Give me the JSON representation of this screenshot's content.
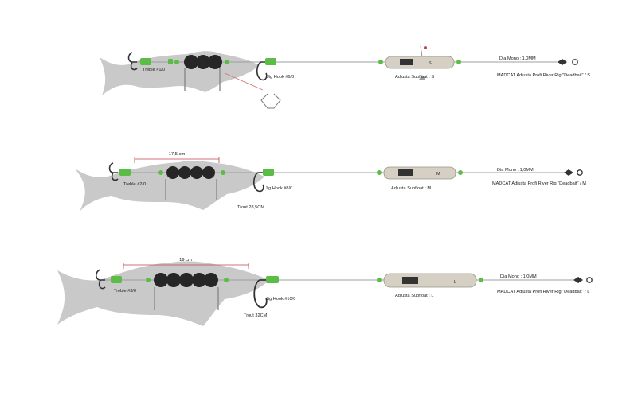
{
  "colors": {
    "fish": "#c9c9c9",
    "line": "#9aa0a0",
    "accent": "#5bbd45",
    "dimension": "#c0454a",
    "bead": "#262626",
    "float": "#d6d0c4"
  },
  "rigs": [
    {
      "treble": "Treble #1/0",
      "jig_hook": "Jig Hook #6/0",
      "float": "Adjusta Subfloat : S",
      "float_size": "S",
      "mono": "Dia Mono : 1,0MM",
      "rig_name": "MADCAT Adjusta Profi River Rig \"Deadbait\" / S"
    },
    {
      "dimension": "17,5 cm",
      "treble": "Treble #2/0",
      "jig_hook": "Jig Hook #8/0",
      "trout": "Trout 28,5CM",
      "float": "Adjusta Subfloat : M",
      "float_size": "M",
      "mono": "Dia Mono : 1,0MM",
      "rig_name": "MADCAT Adjusta Profi River Rig \"Deadbait\" / M"
    },
    {
      "dimension": "19 cm",
      "treble": "Treble #3/0",
      "jig_hook": "Jig Hook #10/0",
      "trout": "Trout 32CM",
      "float": "Adjusta Subfloat : L",
      "float_size": "L",
      "mono": "Dia Mono : 1,0MM",
      "rig_name": "MADCAT Adjusta Profi River Rig \"Deadbait\" / L"
    }
  ]
}
